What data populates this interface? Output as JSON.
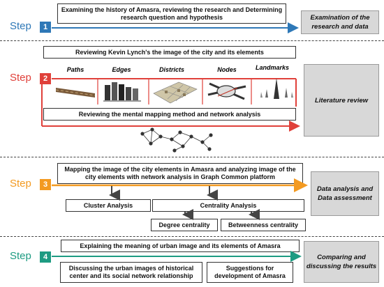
{
  "steps": [
    {
      "word": "Step",
      "number": "1",
      "color": "#2e78b7"
    },
    {
      "word": "Step",
      "number": "2",
      "color": "#e0403a"
    },
    {
      "word": "Step",
      "number": "3",
      "color": "#f39a21"
    },
    {
      "word": "Step",
      "number": "4",
      "color": "#1d9b82"
    }
  ],
  "step1": {
    "box": "Examining the history of Amasra, reviewing the research and Determining research question and hypothesis",
    "result": "Examination of the research and data"
  },
  "step2": {
    "top_box": "Reviewing Kevin Lynch's  the image of the city and its elements",
    "elements": [
      "Paths",
      "Edges",
      "Districts",
      "Nodes",
      "Landmarks"
    ],
    "bottom_box": "Reviewing the mental mapping method and network analysis",
    "result": "Literature review"
  },
  "step3": {
    "box": "Mapping the image of the city elements in Amasra and analyzing image of the city elements  with network analysis in Graph Common platform",
    "cluster": "Cluster Analysis",
    "centrality": "Centrality Analysis",
    "degree": "Degree centrality",
    "betweenness": "Betweenness centrality",
    "result": "Data analysis and Data assessment"
  },
  "step4": {
    "box": "Explaining the meaning of urban image and its elements of Amasra",
    "discussing": "Discussing the urban images of  historical center and its social network relationship",
    "suggestions": "Suggestions for development of Amasra",
    "result": "Comparing and discussing the results"
  },
  "icons": [
    "paths-image",
    "edges-image",
    "districts-image",
    "nodes-image",
    "landmarks-image",
    "network-graph-image"
  ]
}
